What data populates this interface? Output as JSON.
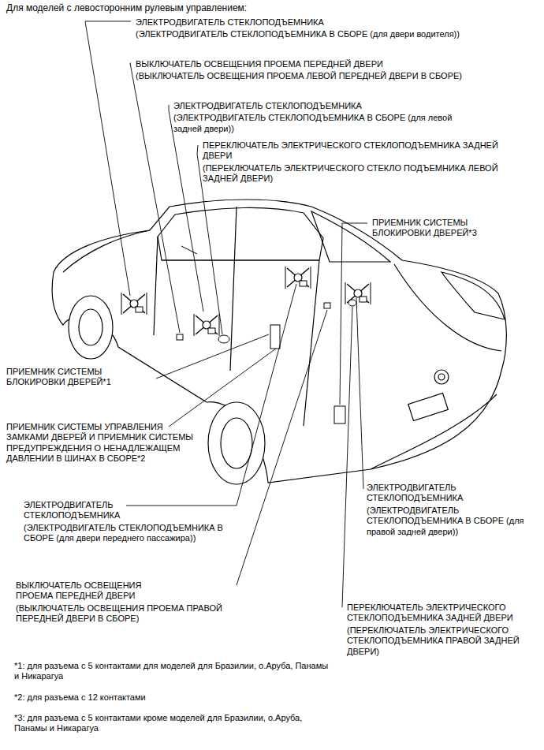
{
  "diagram": {
    "title": "Для моделей с левосторонним рулевым управлением:",
    "labels": [
      "ЭЛЕКТРОДВИГАТЕЛЬ СТЕКЛОПОДЪЕМНИКА",
      "(ЭЛЕКТРОДВИГАТЕЛЬ СТЕКЛОПОДЪЕМНИКА В СБОРЕ (для двери водителя))",
      "ВЫКЛЮЧАТЕЛЬ ОСВЕЩЕНИЯ ПРОЕМА ПЕРЕДНЕЙ ДВЕРИ",
      "(ВЫКЛЮЧАТЕЛЬ ОСВЕЩЕНИЯ ПРОЕМА ЛЕВОЙ ПЕРЕДНЕЙ ДВЕРИ В СБОРЕ)",
      "ЭЛЕКТРОДВИГАТЕЛЬ СТЕКЛОПОДЪЕМНИКА",
      "(ЭЛЕКТРОДВИГАТЕЛЬ СТЕКЛОПОДЪЕМНИКА В СБОРЕ (для левой задней двери))",
      "ПЕРЕКЛЮЧАТЕЛЬ ЭЛЕКТРИЧЕСКОГО СТЕКЛОПОДЪЕМНИКА ЗАДНЕЙ ДВЕРИ",
      "(ПЕРЕКЛЮЧАТЕЛЬ ЭЛЕКТРИЧЕСКОГО СТЕКЛО ПОДЪЕМНИКА ЛЕВОЙ ЗАДНЕЙ ДВЕРИ)",
      "ПРИЕМНИК СИСТЕМЫ БЛОКИРОВКИ ДВЕРЕЙ*3",
      "ПРИЕМНИК СИСТЕМЫ БЛОКИРОВКИ ДВЕРЕЙ*1",
      "ПРИЕМНИК СИСТЕМЫ УПРАВЛЕНИЯ ЗАМКАМИ ДВЕРЕЙ И ПРИЕМНИК СИСТЕМЫ ПРЕДУПРЕЖДЕНИЯ О НЕНАДЛЕЖАЩЕМ ДАВЛЕНИИ В ШИНАХ В СБОРЕ*2",
      "ЭЛЕКТРОДВИГАТЕЛЬ СТЕКЛОПОДЪЕМНИКА",
      "(ЭЛЕКТРОДВИГАТЕЛЬ СТЕКЛОПОДЪЕМНИКА В СБОРЕ (для двери переднего пассажира))",
      "ЭЛЕКТРОДВИГАТЕЛЬ СТЕКЛОПОДЪЕМНИКА",
      "(ЭЛЕКТРОДВИГАТЕЛЬ СТЕКЛОПОДЪЕМНИКА В СБОРЕ (для правой задней двери))",
      "ВЫКЛЮЧАТЕЛЬ ОСВЕЩЕНИЯ ПРОЕМА ПЕРЕДНЕЙ ДВЕРИ",
      "(ВЫКЛЮЧАТЕЛЬ ОСВЕЩЕНИЯ ПРОЕМА ПРАВОЙ ПЕРЕДНЕЙ ДВЕРИ В СБОРЕ)",
      "ПЕРЕКЛЮЧАТЕЛЬ ЭЛЕКТРИЧЕСКОГО СТЕКЛОПОДЪЕМНИКА ЗАДНЕЙ ДВЕРИ",
      "(ПЕРЕКЛЮЧАТЕЛЬ ЭЛЕКТРИЧЕСКОГО СТЕКЛОПОДЪЕМНИКА ПРАВОЙ ЗАДНЕЙ ДВЕРИ)",
      "*1: для разъема с 5 контактами для моделей для Бразилии, о.Аруба, Панамы и Никарагуа",
      "*2: для разъема с 12 контактами",
      "*3: для разъема с 5 контактами кроме моделей для Бразилии, о.Аруба, Панамы и Никарагуа"
    ]
  }
}
